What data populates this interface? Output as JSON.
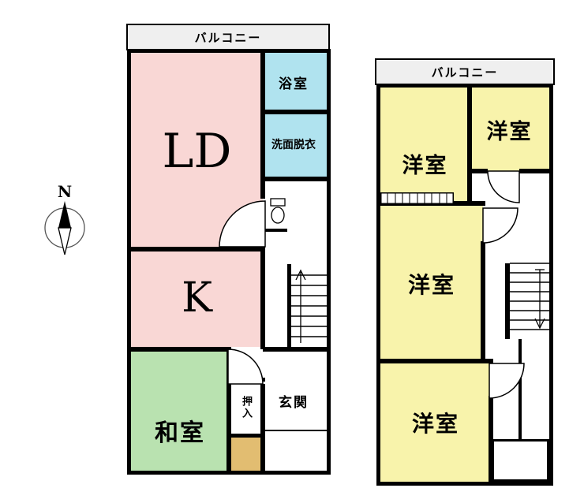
{
  "compass": {
    "label": "N"
  },
  "floor1": {
    "balcony": "バルコニー",
    "ld": "LD",
    "kitchen": "K",
    "japanese_room": "和室",
    "bathroom": "浴室",
    "washroom": "洗面脱衣",
    "closet": "押入",
    "entrance": "玄関"
  },
  "floor2": {
    "balcony": "バルコニー",
    "rooms": [
      "洋室",
      "洋室",
      "洋室",
      "洋室"
    ]
  },
  "colors": {
    "room_pink": "#f9d7d5",
    "room_yellow": "#f8f3ab",
    "room_green": "#b9e2b0",
    "room_blue": "#b0e3ef",
    "entrance_step_tan": "#e2bd71",
    "balcony_gray": "#efefef",
    "wall_black": "#000000"
  }
}
